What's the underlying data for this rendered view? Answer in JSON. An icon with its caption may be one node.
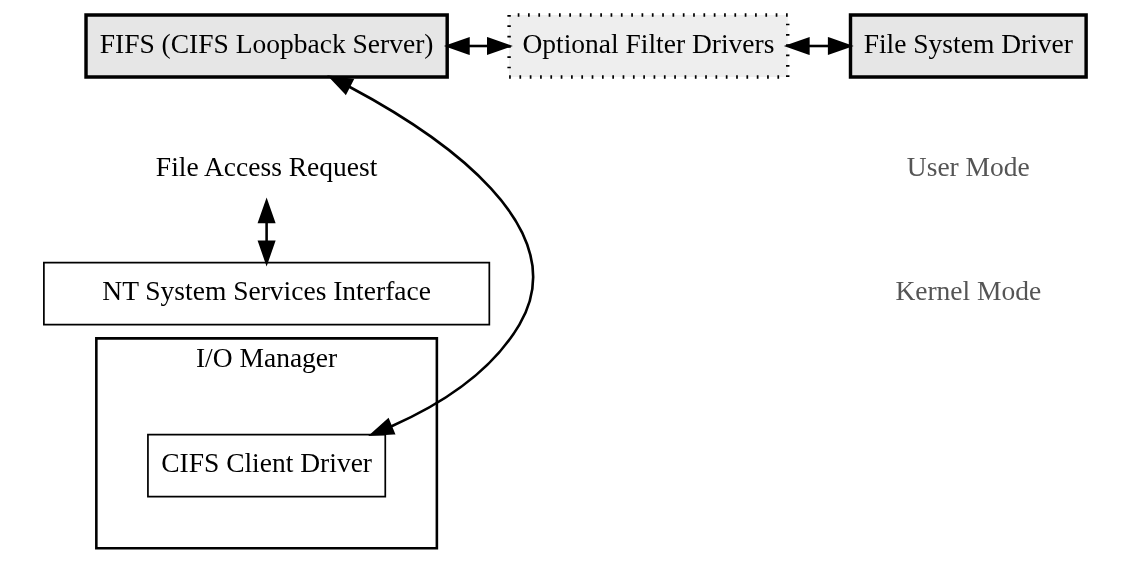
{
  "diagram": {
    "nodes": [
      {
        "text": [
          "FIFS (CIFS Loopback Server)"
        ]
      },
      {
        "text": [
          "Optional Filter Drivers"
        ]
      },
      {
        "text": [
          "File System Driver"
        ]
      },
      {
        "text": [
          "File Access Request"
        ]
      },
      {
        "text": [
          "NT System Services Interface"
        ]
      },
      {
        "text": [
          "I/O Manager"
        ]
      },
      {
        "text": [
          "CIFS Client Driver"
        ],
        "in": 5
      }
    ],
    "edges": [
      {
        "from": 0,
        "to": 1,
        "arrow": "both"
      },
      {
        "from": 1,
        "to": 2,
        "arrow": "both"
      },
      {
        "from": 3,
        "to": 4,
        "arrow": "both"
      },
      {
        "from": 6,
        "to": 0,
        "arrow": "both"
      }
    ],
    "labels": [
      "User Mode",
      "Kernel Mode"
    ]
  }
}
